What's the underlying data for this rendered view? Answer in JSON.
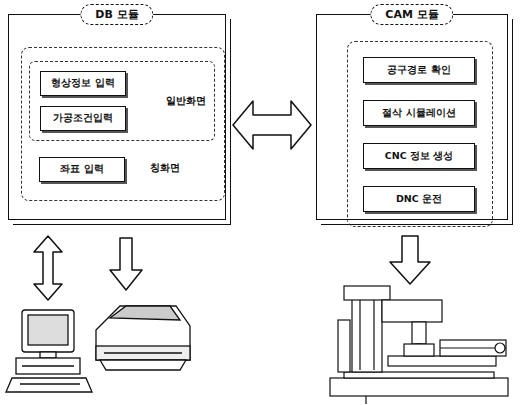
{
  "diagram": {
    "nodes": [
      {
        "text": [
          "DB 모듈"
        ]
      },
      {
        "text": [
          "일반화면"
        ],
        "in": 0
      },
      {
        "text": [
          "형상정보 입력"
        ],
        "in": 1
      },
      {
        "text": [
          "가공조건입력"
        ],
        "in": 1
      },
      {
        "text": [
          "좌표 입력"
        ],
        "in": 0
      },
      {
        "text": [
          "CAM 모듈"
        ]
      },
      {
        "text": [
          "공구경로 확인"
        ],
        "in": 5
      },
      {
        "text": [
          "절삭 시뮬레이션"
        ],
        "in": 5
      },
      {
        "text": [
          "CNC 정보 생성"
        ],
        "in": 5
      },
      {
        "text": [
          "DNC 운전"
        ],
        "in": 5
      }
    ],
    "edges": [
      {
        "from": 0,
        "to": 5,
        "arrow": "both"
      }
    ],
    "labels": [
      "칭화면"
    ]
  }
}
